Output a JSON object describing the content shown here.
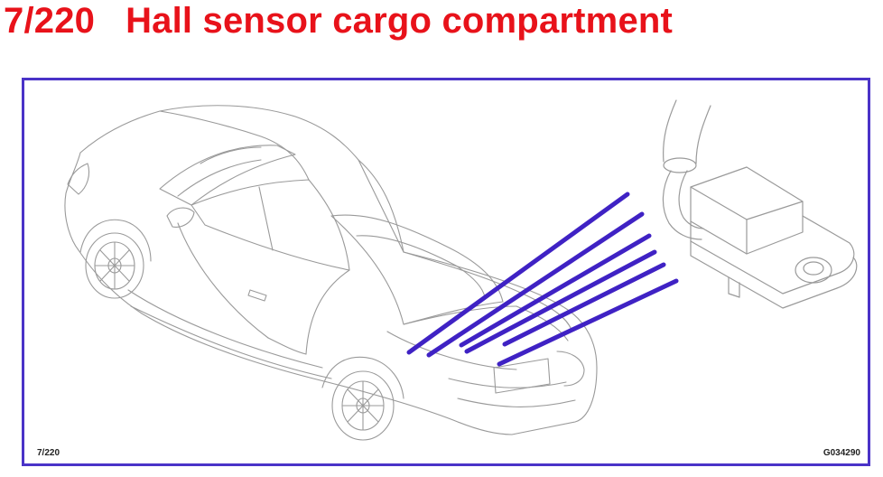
{
  "header": {
    "title_number": "7/220",
    "title_text": "Hall sensor cargo compartment"
  },
  "figure": {
    "ref_left": "7/220",
    "ref_right": "G034290"
  },
  "colors": {
    "title": "#e8121a",
    "frame": "#4a33c8",
    "rays": "#3f22c4",
    "drawing": "#9a9a9a"
  },
  "icons": {
    "car": "car-outline-icon",
    "sensor": "hall-sensor-icon"
  }
}
